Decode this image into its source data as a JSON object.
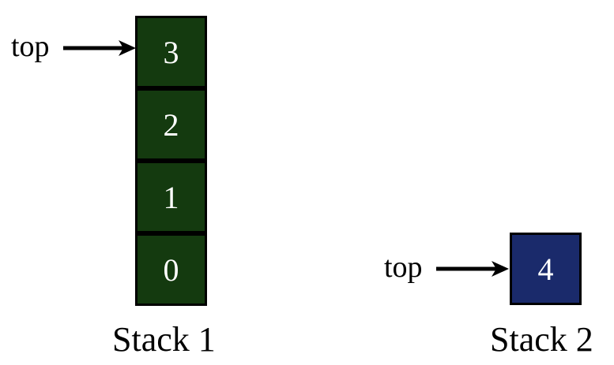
{
  "colors": {
    "stack1_fill": "#143a0f",
    "stack2_fill": "#1a2a6b",
    "border": "#000000",
    "text_on_fill": "#ffffff"
  },
  "stack1": {
    "caption": "Stack 1",
    "top_label": "top",
    "cells": [
      "3",
      "2",
      "1",
      "0"
    ]
  },
  "stack2": {
    "caption": "Stack 2",
    "top_label": "top",
    "cells": [
      "4"
    ]
  }
}
